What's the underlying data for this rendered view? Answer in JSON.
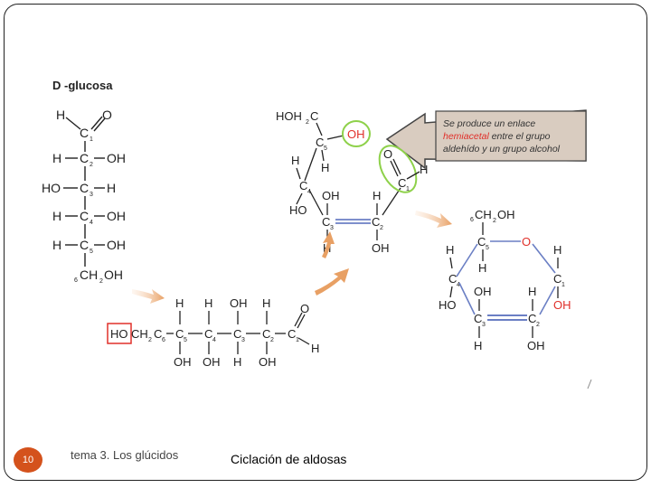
{
  "slide": {
    "number": "10",
    "footer_text": "tema 3. Los glúcidos",
    "title": "Ciclación de aldosas"
  },
  "diagram": {
    "heading": "D -glucosa",
    "callout_line1": "Se produce un enlace",
    "callout_highlight": "hemiacetal",
    "callout_line2_rest": " entre el grupo",
    "callout_line3": "aldehído y un grupo alcohol",
    "fischer": {
      "top_h": "H",
      "top_o": "O",
      "rows": [
        {
          "left": "H",
          "c": "C",
          "sub": "2",
          "right": "OH"
        },
        {
          "left": "HO",
          "c": "C",
          "sub": "3",
          "right": "H"
        },
        {
          "left": "H",
          "c": "C",
          "sub": "4",
          "right": "OH"
        },
        {
          "left": "H",
          "c": "C",
          "sub": "5",
          "right": "OH"
        }
      ],
      "c1": "C",
      "c1_sub": "1",
      "bottom": "CH",
      "bottom_sub": "2",
      "bottom_oh": "OH",
      "bottom_pre": "6"
    },
    "linear": {
      "ho": "HO",
      "ch2": "CH",
      "ch2_sub": "2",
      "c6": "C",
      "c6_sub": "6",
      "chain": [
        {
          "c": "C",
          "sub": "5",
          "top": "H",
          "bottom": "OH"
        },
        {
          "c": "C",
          "sub": "4",
          "top": "H",
          "bottom": "OH"
        },
        {
          "c": "C",
          "sub": "3",
          "top": "OH",
          "bottom": "H"
        },
        {
          "c": "C",
          "sub": "2",
          "top": "H",
          "bottom": "OH"
        }
      ],
      "c1": "C",
      "c1_sub": "1",
      "o": "O",
      "h": "H"
    },
    "open_ring": {
      "hoh2c": "HOH",
      "hoh2c_sub": "2",
      "hoh2c_c": "C",
      "c5": "C",
      "c5_sub": "5",
      "c5_h": "H",
      "oh_circled": "OH",
      "c4": "C",
      "c4_sub": "4",
      "c4_h": "H",
      "c4_ho": "HO",
      "c3": "C",
      "c3_sub": "3",
      "c3_oh": "OH",
      "c3_h": "H",
      "c2": "C",
      "c2_sub": "2",
      "c2_h": "H",
      "c2_oh": "OH",
      "c1": "C",
      "c1_sub": "1",
      "o": "O",
      "h": "H"
    },
    "cyclic": {
      "ch2oh": "CH",
      "ch2oh_sub": "2",
      "ch2oh_oh": "OH",
      "ch2oh_pre": "6",
      "c5": "C",
      "c5_sub": "5",
      "c5_h": "H",
      "ring_o": "O",
      "c1": "C",
      "c1_sub": "1",
      "c1_h": "H",
      "c1_oh": "OH",
      "c4": "C",
      "c4_sub": "4",
      "c4_h": "H",
      "c4_ho": "HO",
      "c3": "C",
      "c3_sub": "3",
      "c3_oh": "OH",
      "c3_h": "H",
      "c2": "C",
      "c2_sub": "2",
      "c2_h": "H",
      "c2_oh": "OH"
    }
  },
  "colors": {
    "accent_orange": "#e8a064",
    "highlight_green": "#8ed14a",
    "highlight_red": "#e0302a",
    "callout_fill": "#d9ccc0",
    "slide_number_bg": "#d4521c",
    "ring_bond_blue": "#6b7fc4"
  }
}
